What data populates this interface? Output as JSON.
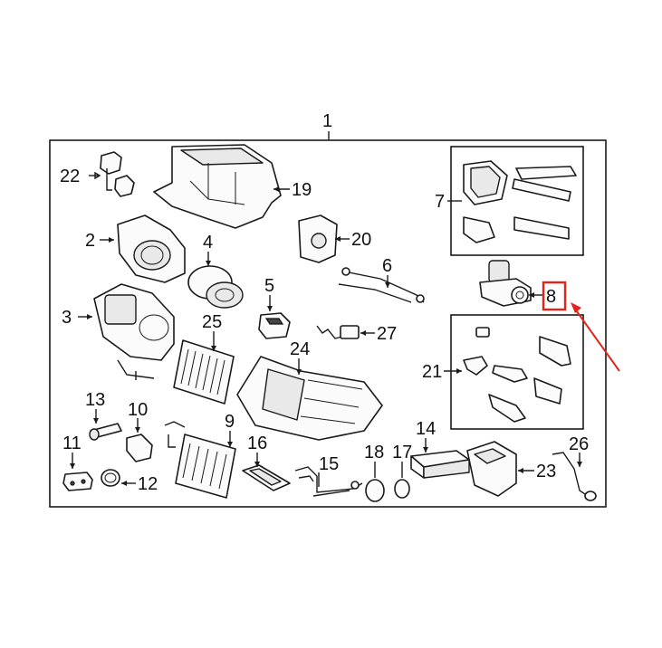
{
  "diagram": {
    "main_label": "1",
    "highlight_color": "#e2231a",
    "callouts": [
      {
        "id": "c22",
        "text": "22"
      },
      {
        "id": "c19",
        "text": "19"
      },
      {
        "id": "c2",
        "text": "2"
      },
      {
        "id": "c4",
        "text": "4"
      },
      {
        "id": "c20",
        "text": "20"
      },
      {
        "id": "c7",
        "text": "7"
      },
      {
        "id": "c6",
        "text": "6"
      },
      {
        "id": "c5",
        "text": "5"
      },
      {
        "id": "c8",
        "text": "8"
      },
      {
        "id": "c3",
        "text": "3"
      },
      {
        "id": "c25",
        "text": "25"
      },
      {
        "id": "c27",
        "text": "27"
      },
      {
        "id": "c24",
        "text": "24"
      },
      {
        "id": "c21",
        "text": "21"
      },
      {
        "id": "c13",
        "text": "13"
      },
      {
        "id": "c10",
        "text": "10"
      },
      {
        "id": "c9",
        "text": "9"
      },
      {
        "id": "c14",
        "text": "14"
      },
      {
        "id": "c11",
        "text": "11"
      },
      {
        "id": "c16",
        "text": "16"
      },
      {
        "id": "c18",
        "text": "18"
      },
      {
        "id": "c17",
        "text": "17"
      },
      {
        "id": "c26",
        "text": "26"
      },
      {
        "id": "c15",
        "text": "15"
      },
      {
        "id": "c23",
        "text": "23"
      },
      {
        "id": "c12",
        "text": "12"
      }
    ]
  }
}
